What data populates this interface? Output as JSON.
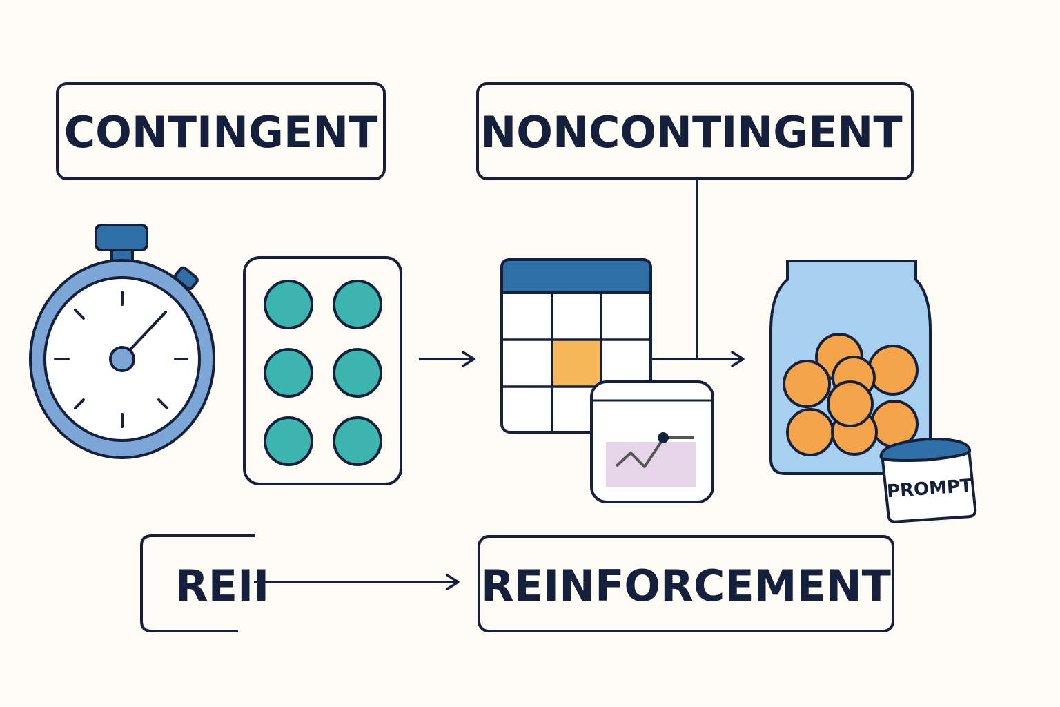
{
  "labels": {
    "contingent": "CONTINGENT",
    "noncontingent": "NONCONTINGENT",
    "rei_partial": "REII",
    "reinforcement": "REINFORCEMENT",
    "prompt": "PROMPT"
  },
  "colors": {
    "background": "#fdfbf4",
    "ink": "#14203c",
    "blue_dark": "#2f6fa6",
    "blue_light": "#7ba6d6",
    "teal": "#3bb5ad",
    "orange": "#f5a44c",
    "cell_highlight": "#f7b85c",
    "jar_fill": "#a9cff0",
    "chart_fill": "#e6d4e8"
  },
  "icons": [
    "stopwatch-icon",
    "token-board-icon",
    "calendar-icon",
    "trend-chart-icon",
    "token-jar-icon",
    "prompt-jar-icon",
    "arrow-right-icon"
  ]
}
